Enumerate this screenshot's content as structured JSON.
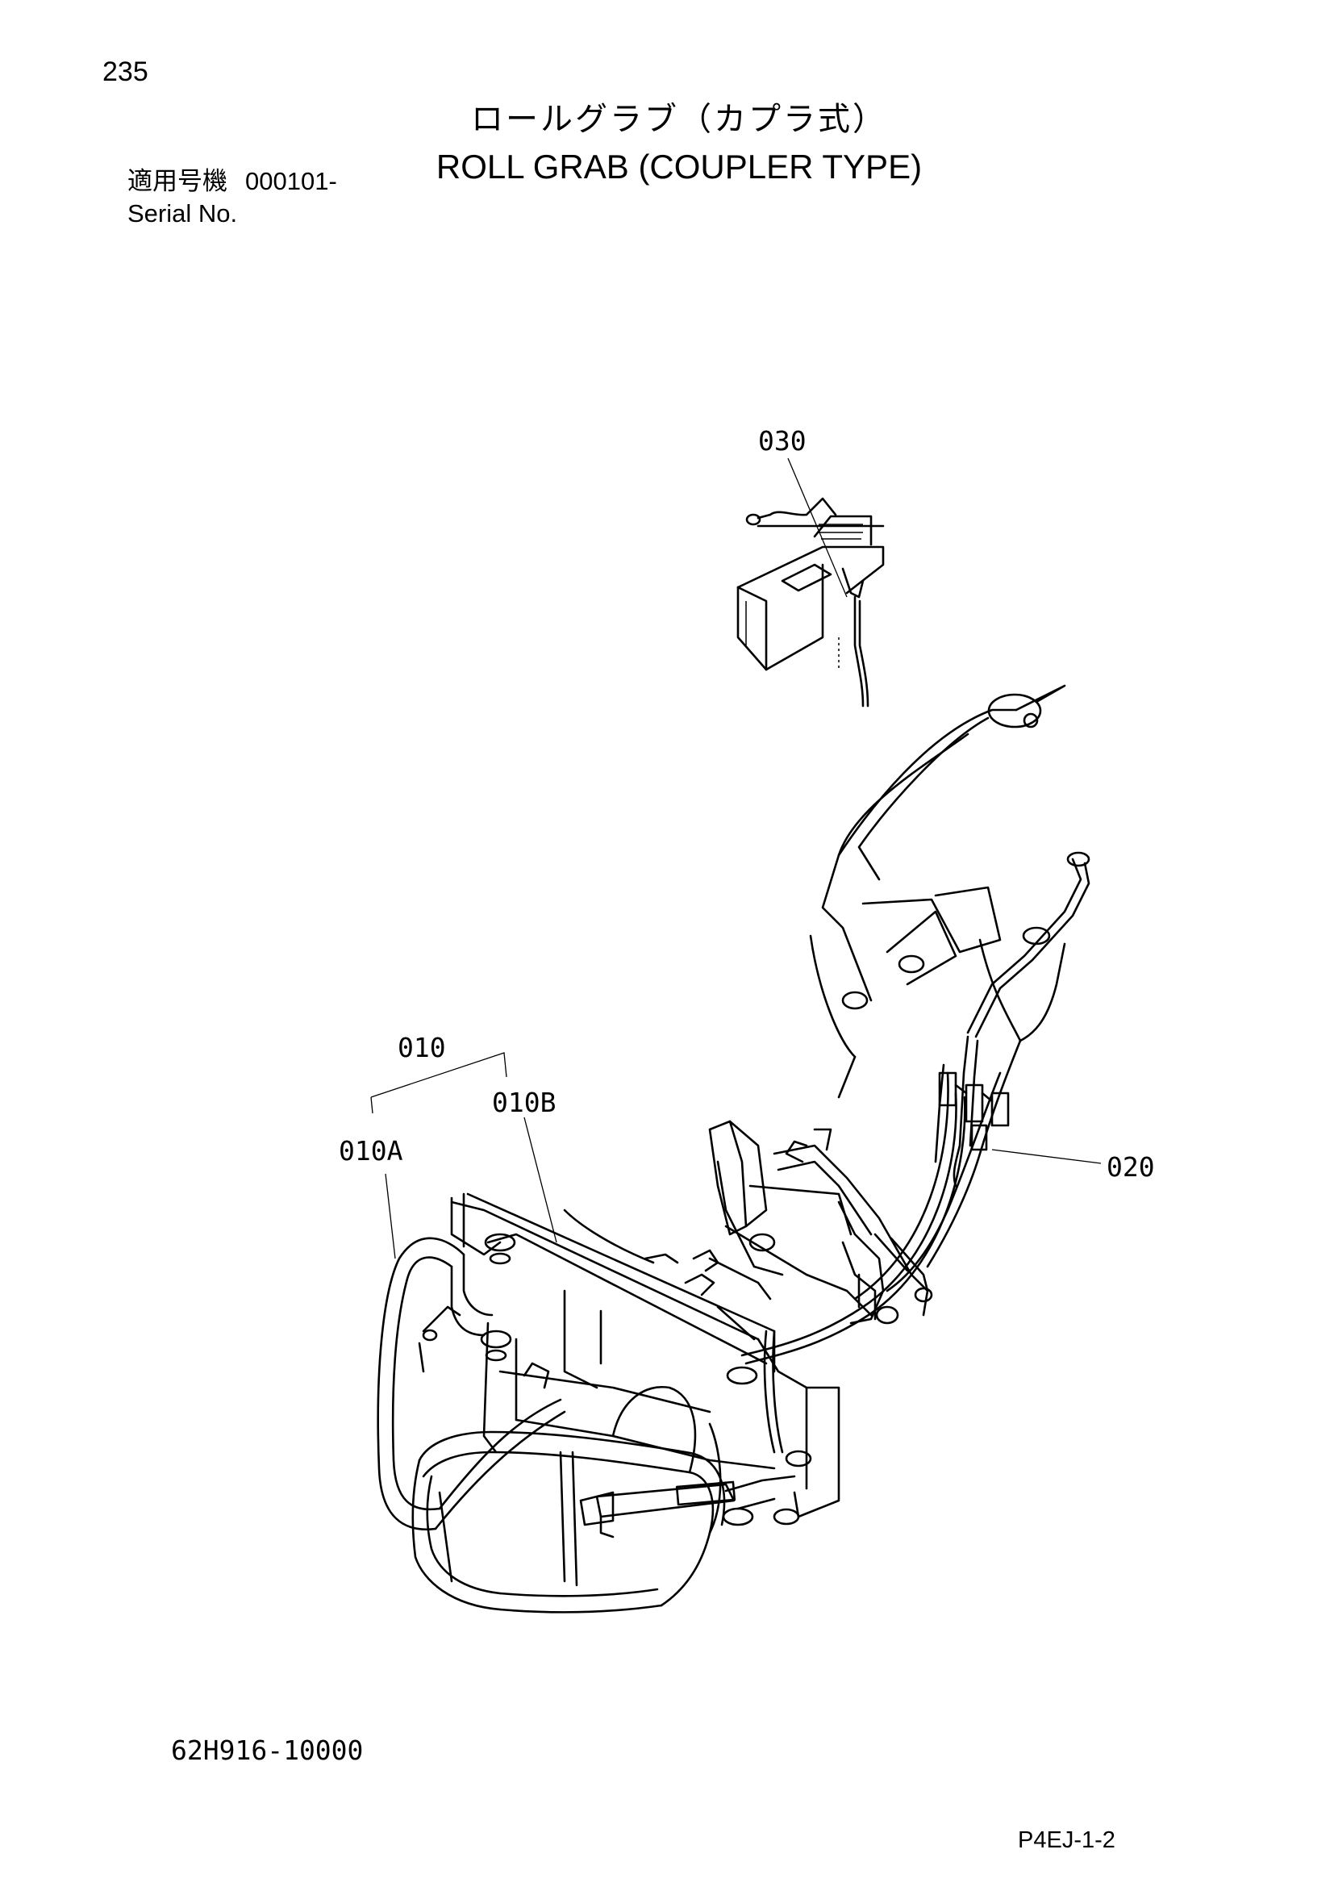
{
  "page": {
    "number": "235",
    "title_jp": "ロールグラブ（カプラ式）",
    "title_en": "ROLL GRAB (COUPLER TYPE)",
    "serial_label_jp": "適用号機",
    "serial_value": "000101-",
    "serial_label_en": "Serial No.",
    "drawing_code": "62H916-10000",
    "page_code": "P4EJ-1-2"
  },
  "callouts": {
    "c030": "030",
    "c010": "010",
    "c010B": "010B",
    "c010A": "010A",
    "c020": "020"
  },
  "icons": [
    "control-lever-assembly-icon",
    "loader-arm-icon",
    "coupler-icon",
    "roll-grab-attachment-icon"
  ]
}
